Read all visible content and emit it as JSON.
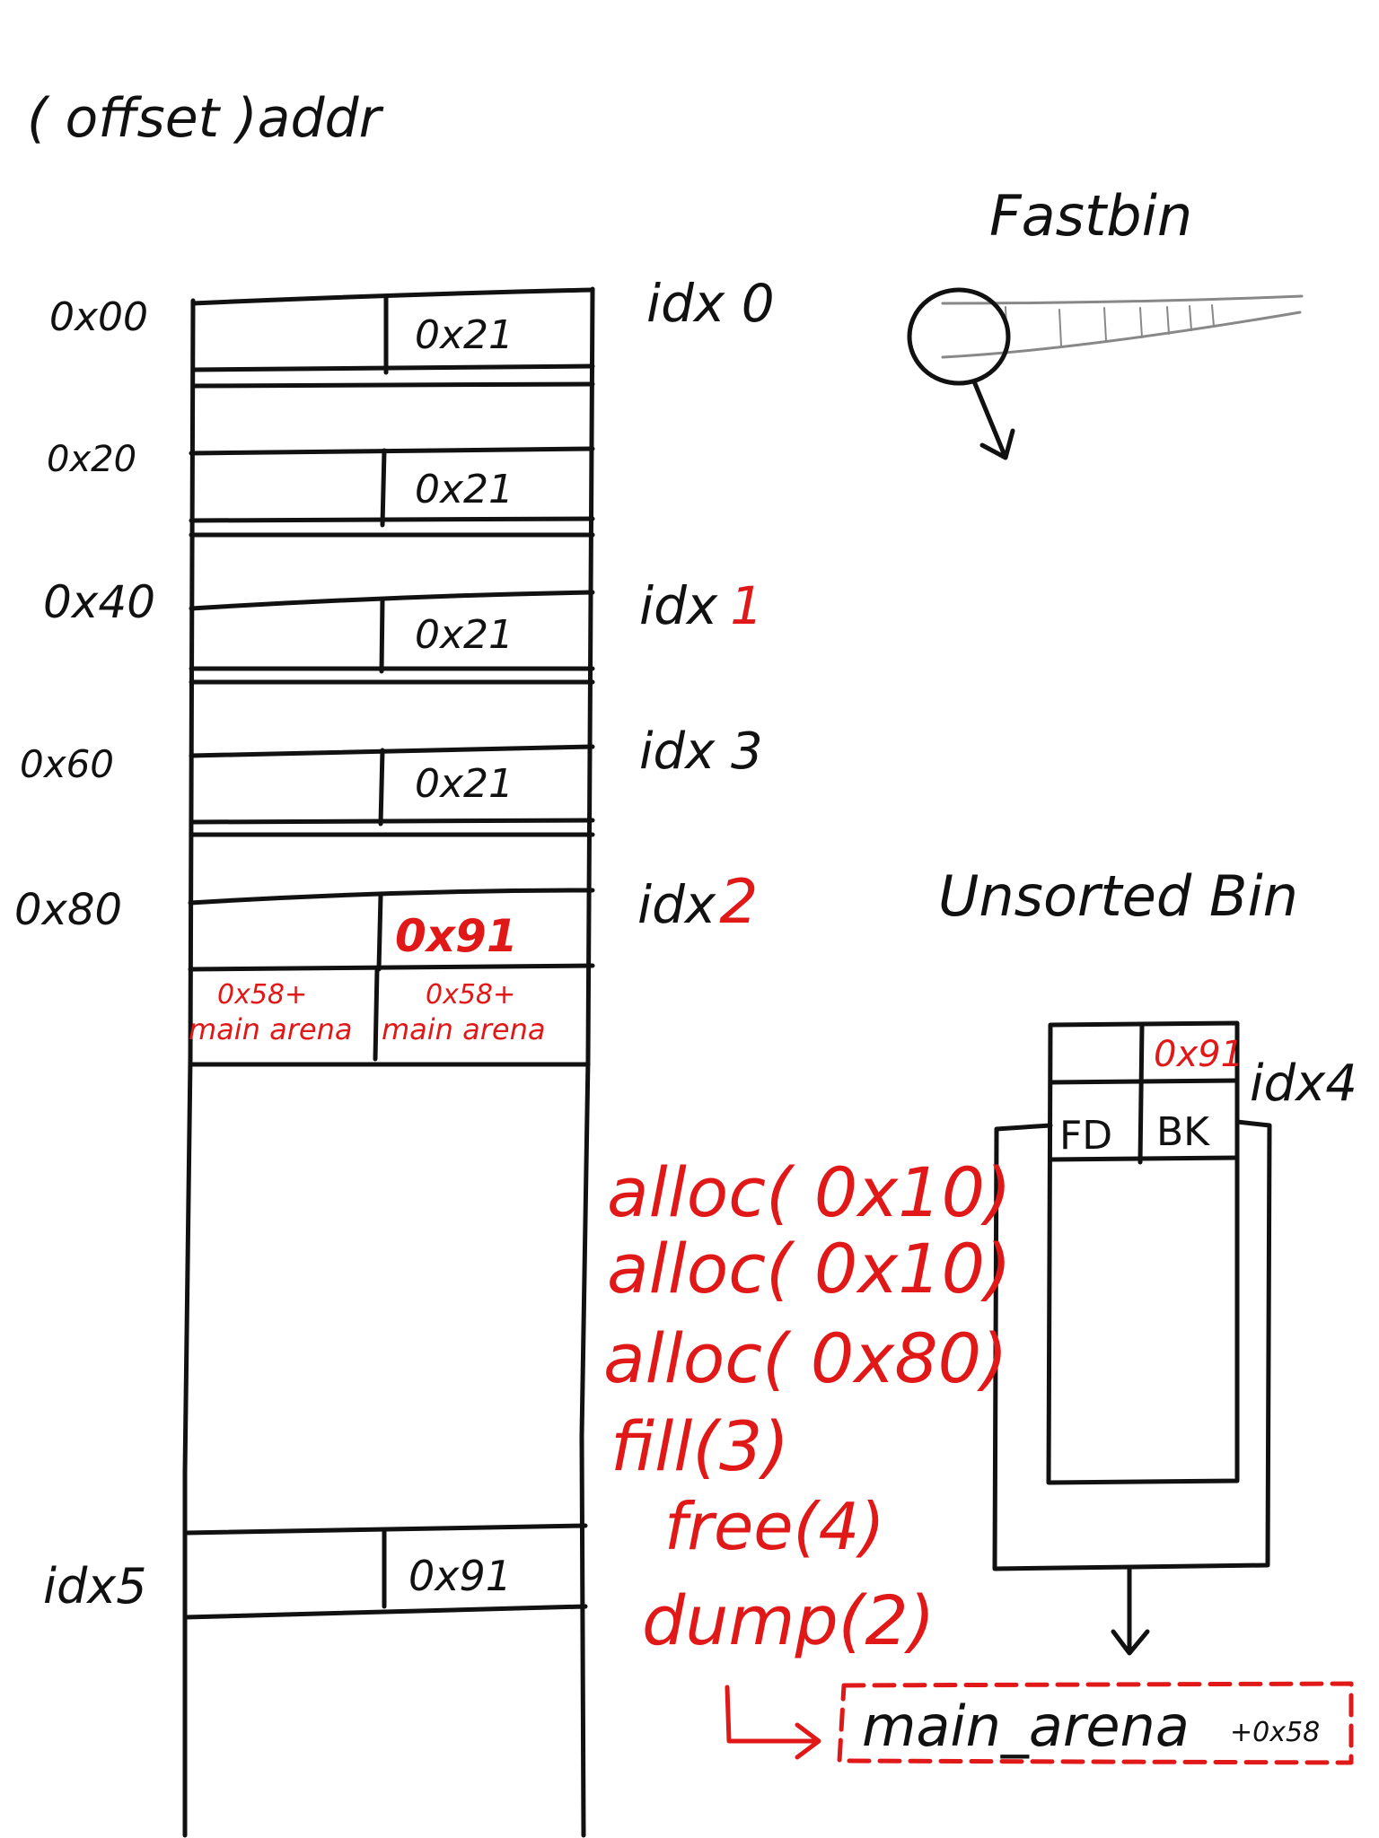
{
  "header": {
    "addr_title": "( offset )addr"
  },
  "memory": {
    "addresses": [
      "0x00",
      "0x20",
      "0x40",
      "0x60",
      "0x80"
    ],
    "idx5_label": "idx5",
    "chunk_sizes": [
      "0x21",
      "0x21",
      "0x21",
      "0x21",
      "0x91"
    ],
    "idx5_size": "0x91",
    "fd_value": {
      "line1": "0x58+",
      "line2": "main arena"
    },
    "bk_value": {
      "line1": "0x58+",
      "line2": "main arena"
    }
  },
  "indexes": {
    "idx0": "idx 0",
    "idx1_prefix": "idx",
    "idx1_num": "1",
    "idx3": "idx 3",
    "idx2_prefix": "idx",
    "idx2_num": "2"
  },
  "fastbin": {
    "title": "Fastbin"
  },
  "unsorted_bin": {
    "title": "Unsorted Bin",
    "size": "0x91",
    "fd": "FD",
    "bk": "BK",
    "idx": "idx4"
  },
  "operations": [
    "alloc( 0x10)",
    "alloc( 0x10)",
    "alloc( 0x80)",
    "fill(3)",
    "free(4)",
    "dump(2)"
  ],
  "result": {
    "main": "main_arena",
    "offset": "+0x58"
  },
  "colors": {
    "ink": "#111111",
    "highlight": "#e01818",
    "background": "#ffffff"
  }
}
